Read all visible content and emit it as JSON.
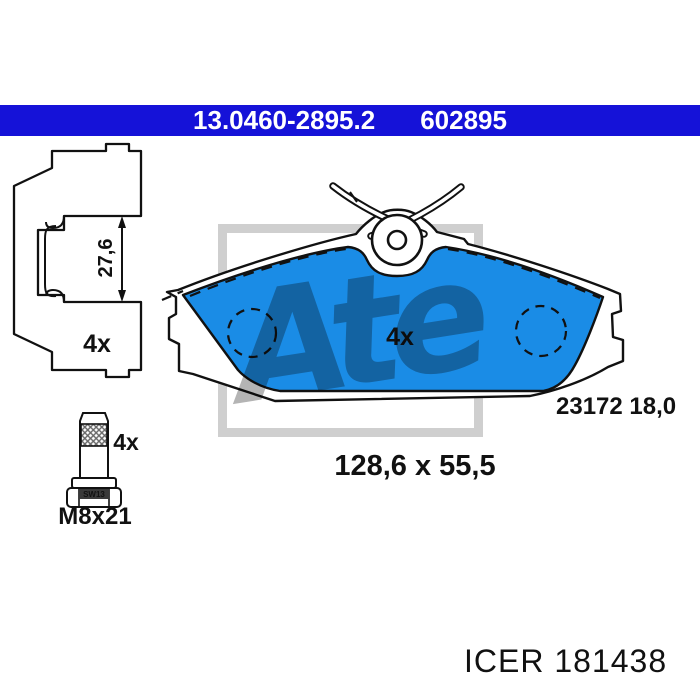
{
  "header": {
    "catalog_number": "13.0460-2895.2",
    "oe_number": "602895",
    "bar_color": "#1512d8",
    "text_color": "#ffffff"
  },
  "clip_drawing": {
    "height_dimension": "27,6",
    "quantity": "4x"
  },
  "bolt_drawing": {
    "quantity": "4x",
    "wrench_size": "SW13",
    "thread_label": "M8x21"
  },
  "pad_drawing": {
    "quantity": "4x",
    "wva_and_thickness": "23172 18,0",
    "pad_color": "#1a8ce6"
  },
  "dimensions": {
    "pad_size": "128,6 x 55,5"
  },
  "watermark": {
    "brand": "Ate",
    "frame_color": "#cfcfcf"
  },
  "footer": {
    "reference": "ICER 181438"
  }
}
